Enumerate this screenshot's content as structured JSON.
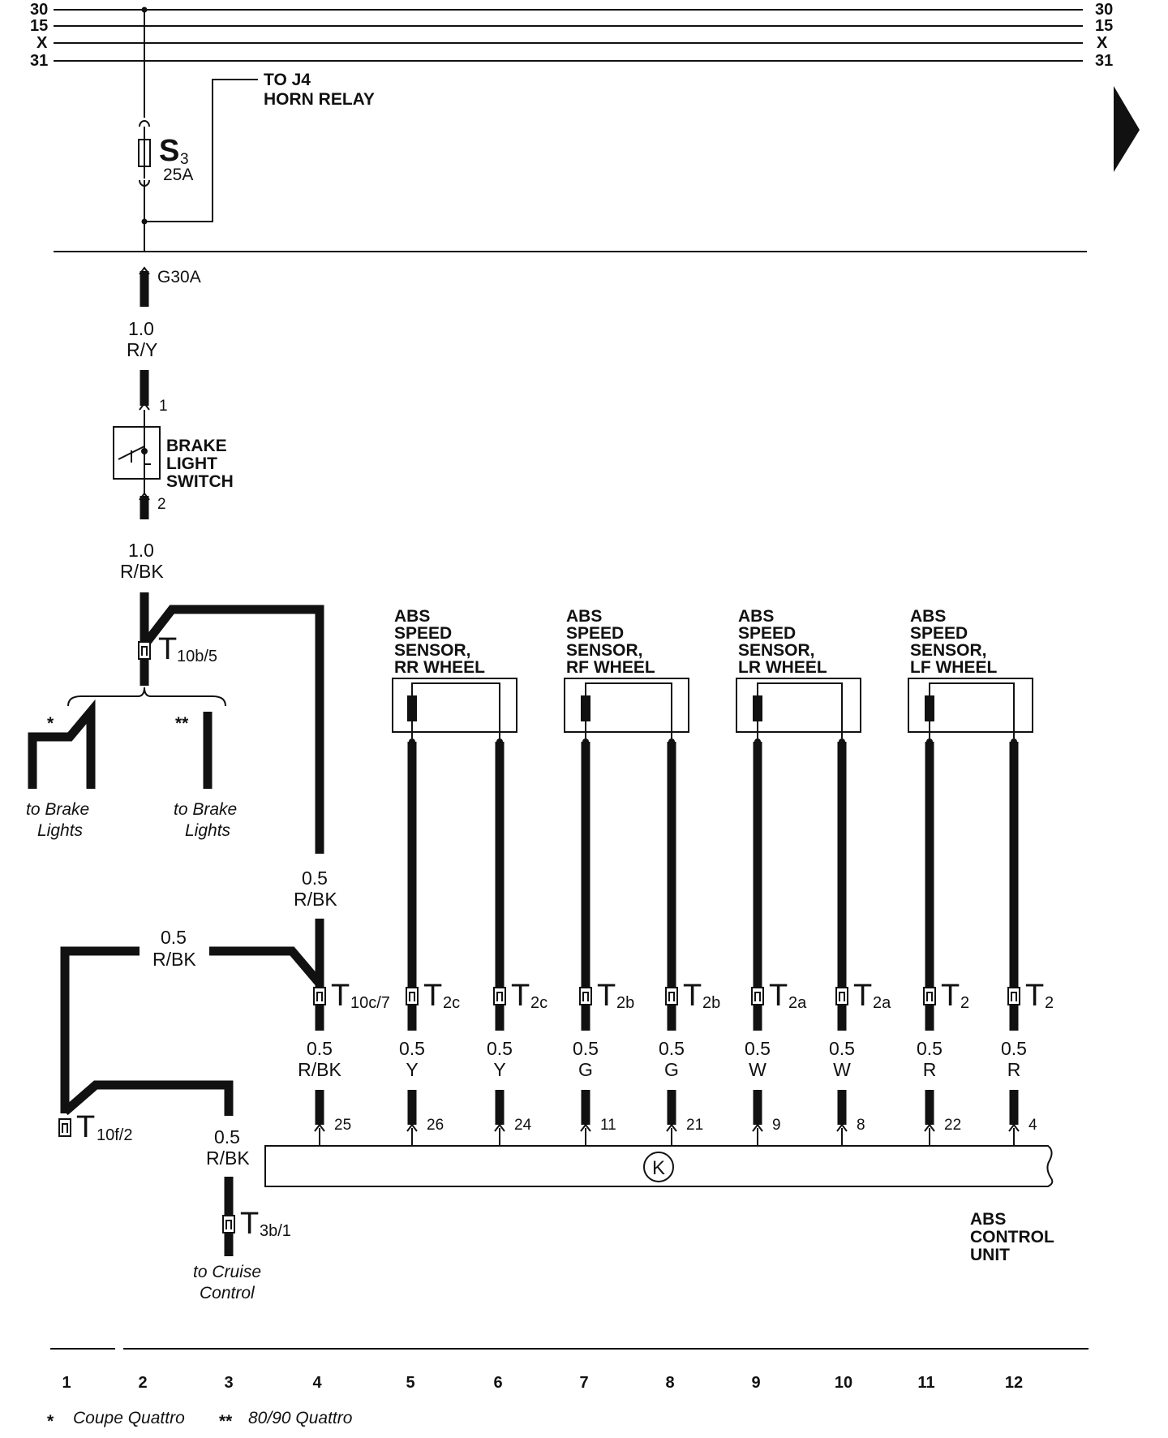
{
  "bus": {
    "left": [
      "30",
      "15",
      "X",
      "31"
    ],
    "right": [
      "30",
      "15",
      "X",
      "31"
    ]
  },
  "horn_ref": {
    "line1": "TO J4",
    "line2": "HORN RELAY"
  },
  "fuse": {
    "letter": "S",
    "number": "3",
    "rating": "25A"
  },
  "ground_point": "G30A",
  "wire_top": {
    "gauge": "1.0",
    "color": "R/Y"
  },
  "brake_switch": {
    "line1": "BRAKE",
    "line2": "LIGHT",
    "line3": "SWITCH",
    "pin_in": "1",
    "pin_out": "2"
  },
  "wire_after_switch": {
    "gauge": "1.0",
    "color": "R/BK"
  },
  "connector_t10b": {
    "main": "T",
    "sub": "10b/5"
  },
  "branch_marks": {
    "single": "*",
    "double": "**"
  },
  "brake_lights_left": {
    "line1": "to Brake",
    "line2": "Lights"
  },
  "brake_lights_right": {
    "line1": "to Brake",
    "line2": "Lights"
  },
  "wire_col4_top": {
    "gauge": "0.5",
    "color": "R/BK"
  },
  "wire_horizontal": {
    "gauge": "0.5",
    "color": "R/BK"
  },
  "connector_t10f": {
    "main": "T",
    "sub": "10f/2"
  },
  "wire_col3": {
    "gauge": "0.5",
    "color": "R/BK"
  },
  "connector_t3b": {
    "main": "T",
    "sub": "3b/1"
  },
  "cruise": {
    "line1": "to Cruise",
    "line2": "Control"
  },
  "sensors": [
    {
      "line1": "ABS",
      "line2": "SPEED",
      "line3": "SENSOR,",
      "line4": "RR WHEEL"
    },
    {
      "line1": "ABS",
      "line2": "SPEED",
      "line3": "SENSOR,",
      "line4": "RF WHEEL"
    },
    {
      "line1": "ABS",
      "line2": "SPEED",
      "line3": "SENSOR,",
      "line4": "LR WHEEL"
    },
    {
      "line1": "ABS",
      "line2": "SPEED",
      "line3": "SENSOR,",
      "line4": "LF WHEEL"
    }
  ],
  "connectors_row": [
    {
      "main": "T",
      "sub": "10c/7"
    },
    {
      "main": "T",
      "sub": "2c"
    },
    {
      "main": "T",
      "sub": "2c"
    },
    {
      "main": "T",
      "sub": "2b"
    },
    {
      "main": "T",
      "sub": "2b"
    },
    {
      "main": "T",
      "sub": "2a"
    },
    {
      "main": "T",
      "sub": "2a"
    },
    {
      "main": "T",
      "sub": "2"
    },
    {
      "main": "T",
      "sub": "2"
    }
  ],
  "wires_lower": [
    {
      "gauge": "0.5",
      "color": "R/BK",
      "pin": "25"
    },
    {
      "gauge": "0.5",
      "color": "Y",
      "pin": "26"
    },
    {
      "gauge": "0.5",
      "color": "Y",
      "pin": "24"
    },
    {
      "gauge": "0.5",
      "color": "G",
      "pin": "11"
    },
    {
      "gauge": "0.5",
      "color": "G",
      "pin": "21"
    },
    {
      "gauge": "0.5",
      "color": "W",
      "pin": "9"
    },
    {
      "gauge": "0.5",
      "color": "W",
      "pin": "8"
    },
    {
      "gauge": "0.5",
      "color": "R",
      "pin": "22"
    },
    {
      "gauge": "0.5",
      "color": "R",
      "pin": "4"
    }
  ],
  "control_unit": {
    "symbol": "K",
    "line1": "ABS",
    "line2": "CONTROL",
    "line3": "UNIT"
  },
  "columns": [
    "1",
    "2",
    "3",
    "4",
    "5",
    "6",
    "7",
    "8",
    "9",
    "10",
    "11",
    "12"
  ],
  "footnote": {
    "single": "Coupe Quattro",
    "double": "80/90 Quattro"
  }
}
